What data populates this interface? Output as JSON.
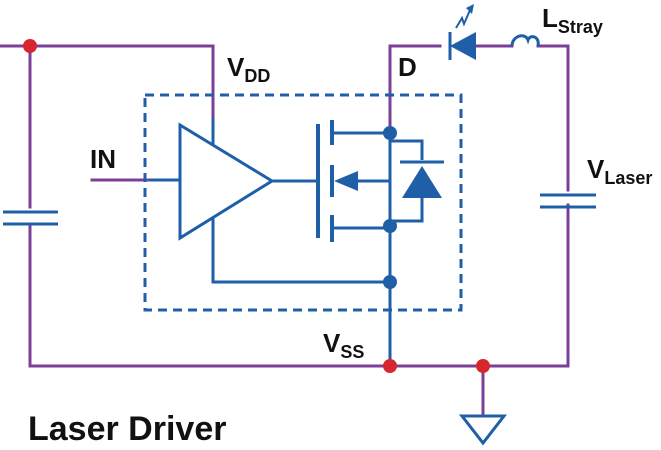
{
  "title": "Laser Driver",
  "labels": {
    "vdd_main": "V",
    "vdd_sub": "DD",
    "d": "D",
    "in": "IN",
    "vss_main": "V",
    "vss_sub": "SS",
    "vlaser_main": "V",
    "vlaser_sub": "Laser",
    "lstray_main": "L",
    "lstray_sub": "Stray"
  },
  "colors": {
    "external_wire": "#7b3f98",
    "internal_wire": "#1f5fa8",
    "node_external": "#d6262e",
    "node_internal": "#1f5fa8",
    "text": "#111111"
  }
}
